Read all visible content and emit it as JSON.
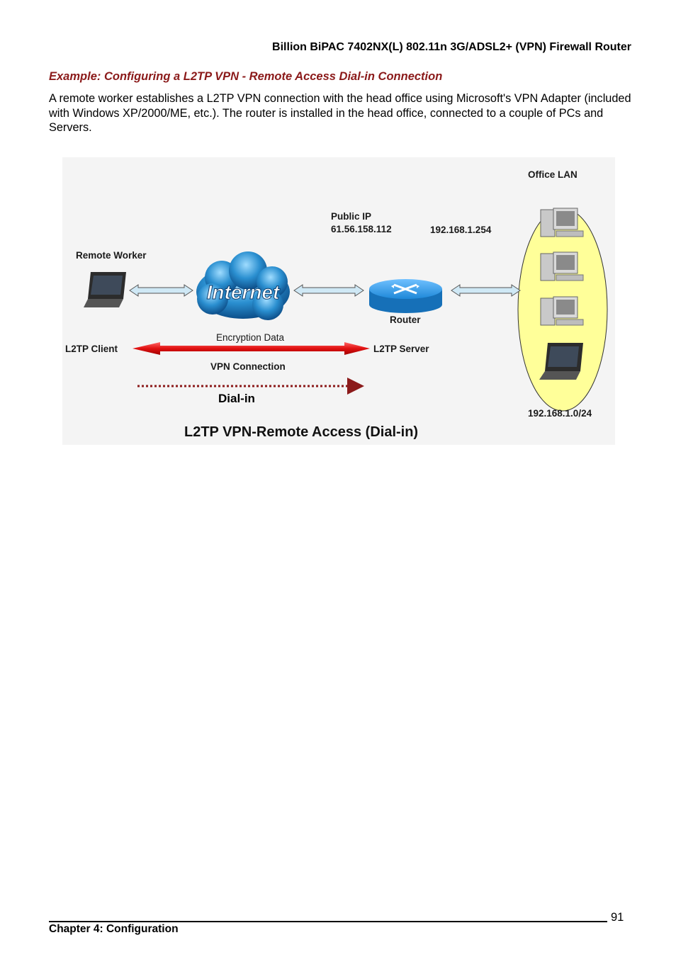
{
  "header": {
    "title": "Billion BiPAC 7402NX(L) 802.11n 3G/ADSL2+ (VPN) Firewall Router"
  },
  "section": {
    "heading": "Example: Configuring a L2TP VPN - Remote Access Dial-in Connection",
    "intro": "A remote worker establishes a L2TP VPN connection with the head office using Microsoft's VPN Adapter (included with Windows XP/2000/ME, etc.). The router is installed in the head office, connected to a couple of PCs and Servers."
  },
  "diagram": {
    "office_lan": "Office LAN",
    "public_ip_label": "Public IP",
    "public_ip": "61.56.158.112",
    "router_ip": "192.168.1.254",
    "remote_worker": "Remote Worker",
    "internet": "Internet",
    "router": "Router",
    "encryption_data": "Encryption Data",
    "l2tp_client": "L2TP Client",
    "l2tp_server": "L2TP Server",
    "vpn_connection": "VPN Connection",
    "dial_in": "Dial-in",
    "lan_subnet": "192.168.1.0/24",
    "caption": "L2TP VPN-Remote Access (Dial-in)",
    "colors": {
      "tunnel_arrow": "#e01010",
      "lan_ellipse": "#ffff99",
      "internet_cloud": "#2a8fd0",
      "router": "#1e88d8",
      "dial_in_dots": "#8b1a1a"
    }
  },
  "footer": {
    "chapter": "Chapter 4: Configuration",
    "page_number": "91"
  }
}
